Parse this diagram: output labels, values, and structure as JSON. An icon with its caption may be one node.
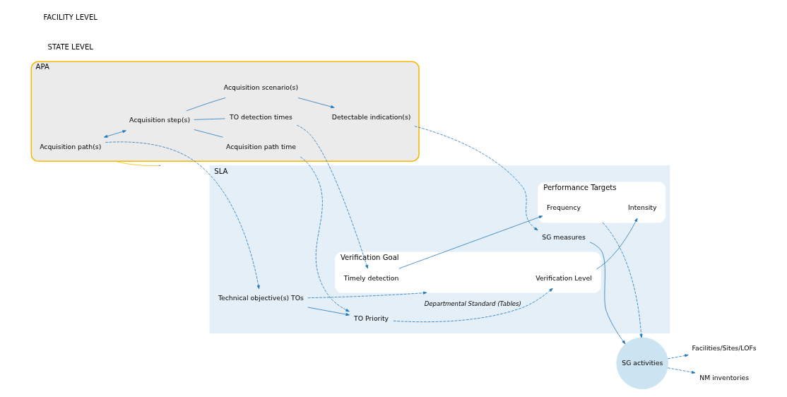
{
  "diagram": {
    "nodes": [
      {
        "text": [
          "APA"
        ]
      },
      {
        "text": [
          "SLA"
        ]
      },
      {
        "text": [
          "Acquisition path(s)"
        ],
        "in": 0
      },
      {
        "text": [
          "Acquisition step(s)"
        ],
        "in": 0
      },
      {
        "text": [
          "Acquisition path time"
        ],
        "in": 0
      },
      {
        "text": [
          "TO detection times"
        ],
        "in": 0
      },
      {
        "text": [
          "Acquisition scenario(s)"
        ],
        "in": 0
      },
      {
        "text": [
          "Detectable indication(s)"
        ],
        "in": 0
      },
      {
        "text": [
          "Technical objective(s) TOs"
        ],
        "in": 1
      },
      {
        "text": [
          "TO Priority"
        ],
        "in": 1
      },
      {
        "text": [
          "SG measures"
        ],
        "in": 1
      },
      {
        "text": [
          "Verification Goal"
        ],
        "in": 1
      },
      {
        "text": [
          "Verification Level"
        ],
        "in": 11
      },
      {
        "text": [
          "Timely detection"
        ],
        "in": 11
      },
      {
        "text": [
          "Performance Targets"
        ],
        "in": 1
      },
      {
        "text": [
          "Frequency"
        ],
        "in": 14
      },
      {
        "text": [
          "Intensity"
        ],
        "in": 14
      },
      {
        "text": [
          "SG activities"
        ]
      },
      {
        "text": [
          "Facilities/Sites/LOFs"
        ]
      },
      {
        "text": [
          "NM inventories"
        ]
      }
    ],
    "edges": [
      {
        "from": 0,
        "to": null,
        "arrow": "none",
        "color": "#f5b800"
      },
      {
        "from": 2,
        "to": 8,
        "arrow": "to",
        "style": "dashed"
      },
      {
        "from": 8,
        "to": 11,
        "arrow": "to",
        "style": "dashed"
      },
      {
        "from": 2,
        "to": 3,
        "arrow": "both"
      },
      {
        "from": 3,
        "to": 4,
        "arrow": "none"
      },
      {
        "from": 3,
        "to": 5,
        "arrow": "none"
      },
      {
        "from": 3,
        "to": 6,
        "arrow": "none"
      },
      {
        "from": 6,
        "to": 7,
        "arrow": "to"
      },
      {
        "from": 4,
        "to": 9,
        "arrow": "to",
        "style": "dashed"
      },
      {
        "from": 8,
        "to": 9,
        "arrow": "to"
      },
      {
        "from": 9,
        "to": 12,
        "arrow": "to",
        "style": "dashed",
        "label": "Departmental Standard (Tables)"
      },
      {
        "from": 5,
        "to": 13,
        "arrow": "to",
        "style": "dashed"
      },
      {
        "from": 7,
        "to": 10,
        "arrow": "to",
        "style": "dashed"
      },
      {
        "from": 10,
        "to": 17,
        "arrow": "to"
      },
      {
        "from": 13,
        "to": 15,
        "arrow": "to"
      },
      {
        "from": 12,
        "to": 16,
        "arrow": "to"
      },
      {
        "from": 14,
        "to": 17,
        "arrow": "to",
        "style": "dashed"
      },
      {
        "from": 17,
        "to": 18,
        "arrow": "to",
        "style": "dashed"
      },
      {
        "from": 17,
        "to": 19,
        "arrow": "to",
        "style": "dashed"
      }
    ],
    "labels": [
      "STATE LEVEL",
      "FACILITY LEVEL"
    ]
  }
}
